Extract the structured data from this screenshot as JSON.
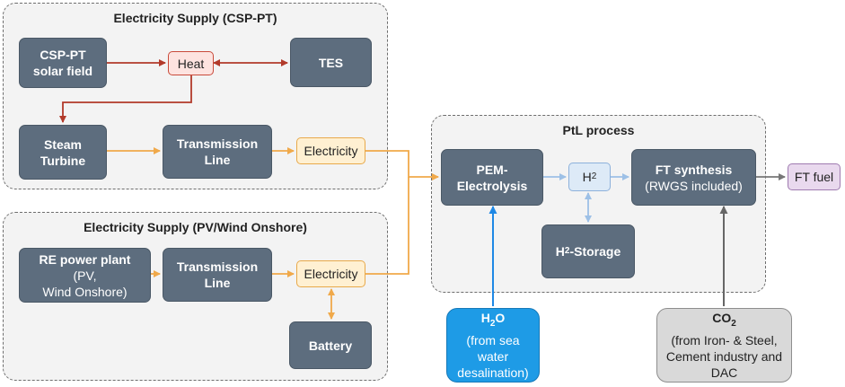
{
  "groups": {
    "csp": "Electricity Supply (CSP-PT)",
    "pv": "Electricity Supply (PV/Wind Onshore)",
    "ptl": "PtL process"
  },
  "nodes": {
    "csp_field": "CSP-PT\nsolar field",
    "heat": "Heat",
    "tes": "TES",
    "steam_turbine": "Steam\nTurbine",
    "transmission_csp": "Transmission\nLine",
    "electricity_csp": "Electricity",
    "re_plant_title": "RE power plant",
    "re_plant_sub": "(PV,\nWind Onshore)",
    "transmission_pv": "Transmission\nLine",
    "electricity_pv": "Electricity",
    "battery": "Battery",
    "pem": "PEM-\nElectrolysis",
    "h2": "H",
    "h2_sub": "2",
    "h2_storage": "-Storage",
    "h2_storage_pre": "H",
    "h2_storage_sub": "2",
    "ft_synthesis_title": "FT synthesis",
    "ft_synthesis_sub": "(RWGS included)",
    "ft_fuel": "FT fuel",
    "water_title": "H",
    "water_sub": "2",
    "water_title_o": "O",
    "water_desc": "(from sea\nwater\ndesalination)",
    "co2_title": "CO",
    "co2_sub": "2",
    "co2_desc": "(from Iron- & Steel,\nCement industry and\nDAC"
  },
  "colors": {
    "heat_arrow": "#b23a2a",
    "elec_arrow": "#f0a94a",
    "h2_arrow": "#9dc0e6",
    "water_arrow": "#1e88e5",
    "co2_arrow": "#666666",
    "ft_arrow": "#777777",
    "dark_node": "#5d6d7e"
  }
}
